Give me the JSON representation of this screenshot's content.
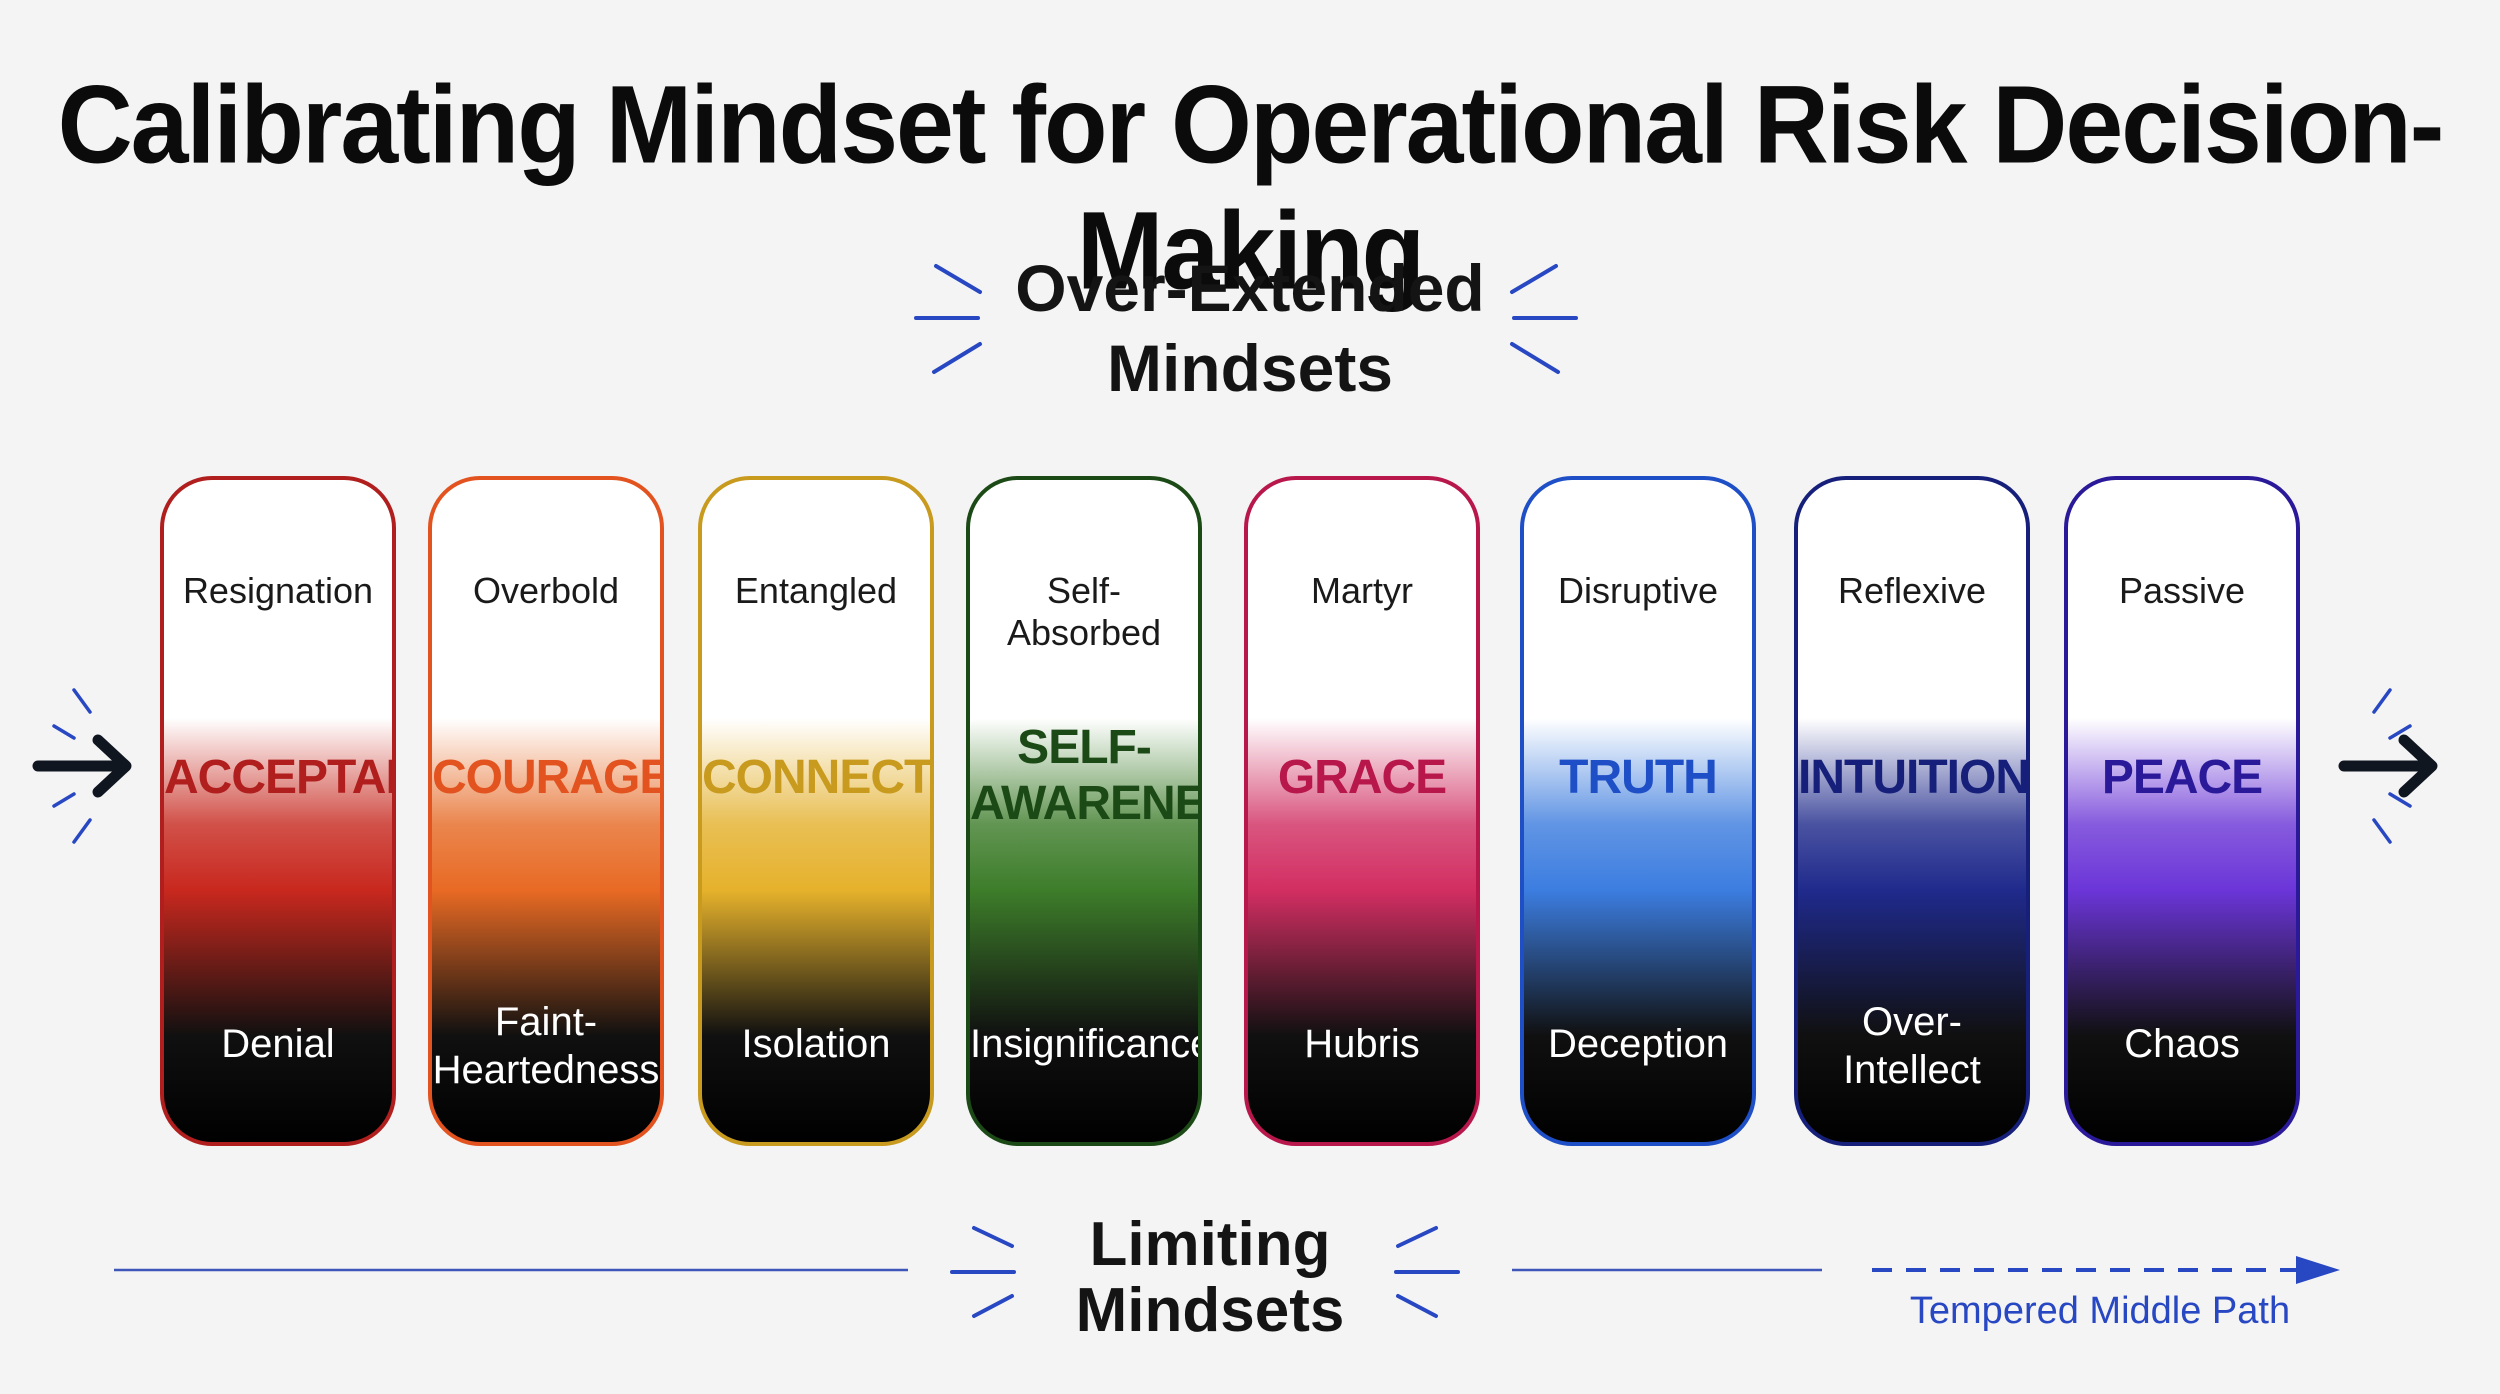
{
  "title": "Calibrating Mindset for Operational Risk Decision-Making",
  "over_extended_label": [
    "Over-Extended",
    "Mindsets"
  ],
  "limiting_label": [
    "Limiting",
    "Mindsets"
  ],
  "tempered_label": "Tempered Middle Path",
  "cards": [
    {
      "over": "Resignation",
      "core": [
        "ACCEPTANCE"
      ],
      "limit": [
        "Denial"
      ],
      "color": "#b01e1e",
      "fade": "#c8281e"
    },
    {
      "over": "Overbold",
      "core": [
        "COURAGE"
      ],
      "limit": [
        "Faint-",
        "Heartedness"
      ],
      "color": "#e2531f",
      "fade": "#e86a24"
    },
    {
      "over": "Entangled",
      "core": [
        "CONNECTION"
      ],
      "limit": [
        "Isolation"
      ],
      "color": "#c89a1e",
      "fade": "#e6b22c"
    },
    {
      "over": "Self-Absorbed",
      "core": [
        "SELF-",
        "AWARENESS"
      ],
      "limit": [
        "Insignificance"
      ],
      "color": "#1c4a16",
      "fade": "#3d7d2a"
    },
    {
      "over": "Martyr",
      "core": [
        "GRACE"
      ],
      "limit": [
        "Hubris"
      ],
      "color": "#b8174c",
      "fade": "#d22e62"
    },
    {
      "over": "Disruptive",
      "core": [
        "TRUTH"
      ],
      "limit": [
        "Deception"
      ],
      "color": "#1f4fc6",
      "fade": "#3c7de0"
    },
    {
      "over": "Reflexive",
      "core": [
        "INTUITION"
      ],
      "limit": [
        "Over-",
        "Intellect"
      ],
      "color": "#16207a",
      "fade": "#1f2a8c"
    },
    {
      "over": "Passive",
      "core": [
        "PEACE"
      ],
      "limit": [
        "Chaos"
      ],
      "color": "#2a1a9a",
      "fade": "#6b35d8"
    }
  ],
  "colors": {
    "accent": "#2847c2",
    "arrow": "#0f1620"
  }
}
